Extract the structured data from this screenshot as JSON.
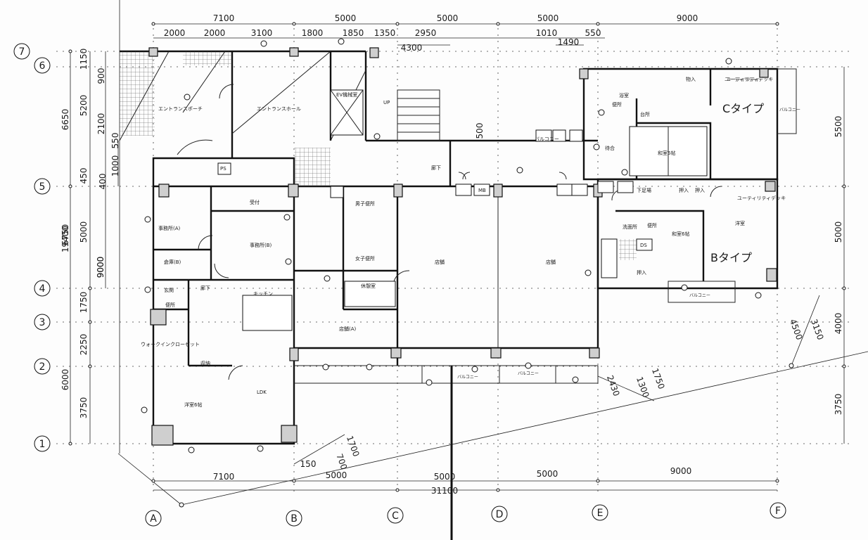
{
  "plan": {
    "top_dims_row1": [
      "7100",
      "5000",
      "5000",
      "5000",
      "9000"
    ],
    "top_dims_row2": [
      "2000",
      "2000",
      "3100",
      "1800",
      "1850",
      "1350",
      "2950",
      "1010",
      "550"
    ],
    "top_dims_row3": [
      "4300",
      "1490"
    ],
    "bottom_dims": [
      "7100",
      "5000",
      "5000",
      "5000",
      "9000"
    ],
    "bottom_total": "31100",
    "left_outer": [
      "6650",
      "19400",
      "9000",
      "6000"
    ],
    "left_mid": [
      "1150",
      "900",
      "5200",
      "2100",
      "550",
      "1000",
      "450",
      "6750",
      "9000",
      "1750",
      "2250",
      "3750"
    ],
    "left_inner": [
      "400",
      "5000"
    ],
    "right_dims": [
      "5500",
      "5000",
      "4000",
      "3750"
    ],
    "diag_dims": [
      "4500",
      "3150",
      "1750",
      "1300",
      "2430",
      "1700",
      "700",
      "150"
    ],
    "misc_dims": [
      "500"
    ],
    "axes_row": [
      "A",
      "B",
      "C",
      "D",
      "E",
      "F"
    ],
    "axes_col": [
      "7",
      "6",
      "5",
      "4",
      "3",
      "2",
      "1"
    ],
    "unit_types": [
      "Cタイプ",
      "Bタイプ"
    ],
    "balcony": [
      "バルコニー",
      "バルコニー",
      "バルコニー",
      "バルコニー"
    ],
    "rooms": {
      "entrance_porch": "エントランスポーチ",
      "entrance_hall": "エントランスホール",
      "ev": "EV機械室",
      "up": "UP",
      "corridor": "廊下",
      "office_a": "事務所(A)",
      "office_b": "事務所(B)",
      "warehouse_b": "倉庫(B)",
      "reception": "受付",
      "store_a": "店舗(A)",
      "store_b": "店舗",
      "store_c": "店舗",
      "lounge": "休憩室",
      "men_wc": "男子便所",
      "women_wc": "女子便所",
      "ldk": "LDK",
      "walkin": "ウォークインクローゼット",
      "western": "洋室6帖",
      "japanese_c": "和室6帖",
      "japanese_b": "和室6帖",
      "living": "洋室",
      "storage": "収納",
      "kitchen": "台所",
      "bath": "浴室",
      "ps": "PS",
      "mb": "MB",
      "ds": "DS",
      "genkan": "玄関",
      "utility": "ユーティリティ",
      "wash": "洗面所",
      "stairs_c": "バルコニー",
      "kitchen_b": "キッチン",
      "hallway": "廊下",
      "ut_c": "ユーティリティデッキ",
      "ut_b": "ユーティリティデッキ",
      "waiting": "待合",
      "room_b": "下足場",
      "storage2": "物入",
      "storage3": "押入",
      "storage4": "押入",
      "storage5": "押入",
      "toilet": "便所",
      "toilet2": "便所",
      "toilet3": "便所"
    }
  }
}
